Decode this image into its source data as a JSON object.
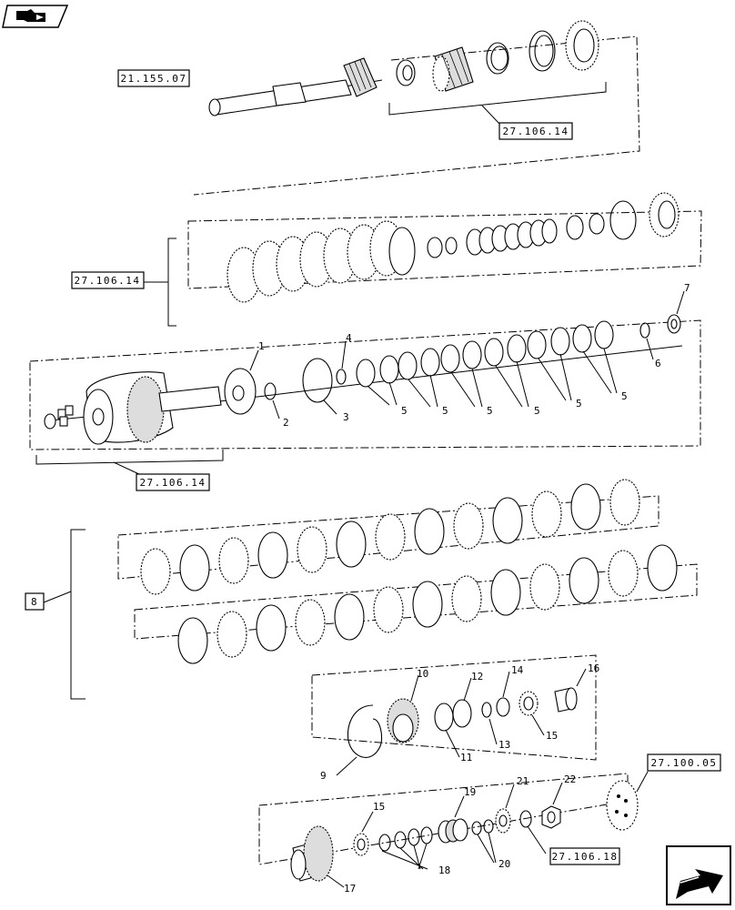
{
  "reference_boxes": {
    "shaft_ref": "21.155.07",
    "upper_gear_ref": "27.106.14",
    "clutch_pack_ref": "27.106.14",
    "carrier_ref": "27.106.14",
    "disc_group_ref": "8",
    "nut_ref": "27.106.18",
    "flange_ref": "27.100.05"
  },
  "callouts": {
    "c1": "1",
    "c2": "2",
    "c3": "3",
    "c4": "4",
    "c5a": "5",
    "c5b": "5",
    "c5c": "5",
    "c5d": "5",
    "c5e": "5",
    "c5f": "5",
    "c6": "6",
    "c7": "7",
    "c9": "9",
    "c10": "10",
    "c11": "11",
    "c12": "12",
    "c13": "13",
    "c14": "14",
    "c15a": "15",
    "c15b": "15",
    "c16": "16",
    "c17": "17",
    "c18": "18",
    "c19": "19",
    "c20": "20",
    "c21": "21",
    "c22": "22"
  },
  "icons": {
    "top_left": "book-arrow-icon",
    "bottom_right": "next-page-arrow-icon"
  }
}
